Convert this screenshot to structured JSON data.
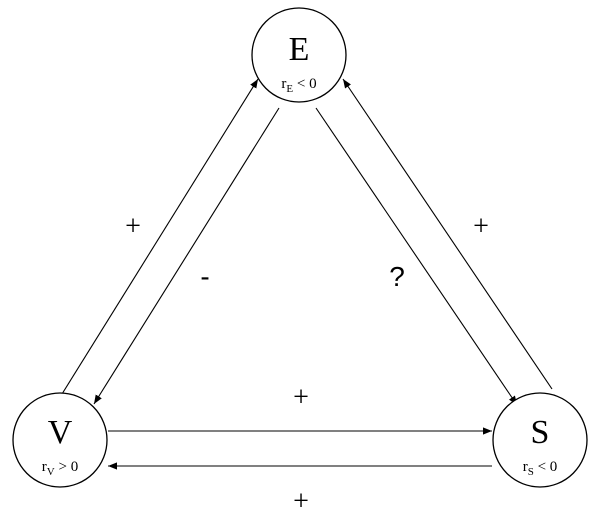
{
  "nodes": {
    "E": {
      "letter": "E",
      "rate_var": "r",
      "rate_sub": "E",
      "rate_cond": " < 0"
    },
    "V": {
      "letter": "V",
      "rate_var": "r",
      "rate_sub": "V",
      "rate_cond": " > 0"
    },
    "S": {
      "letter": "S",
      "rate_var": "r",
      "rate_sub": "S",
      "rate_cond": " < 0"
    }
  },
  "edges": [
    {
      "from": "V",
      "to": "E",
      "sign": "+"
    },
    {
      "from": "E",
      "to": "V",
      "sign": "-"
    },
    {
      "from": "E",
      "to": "S",
      "sign": "?"
    },
    {
      "from": "S",
      "to": "E",
      "sign": "+"
    },
    {
      "from": "V",
      "to": "S",
      "sign": "+"
    },
    {
      "from": "S",
      "to": "V",
      "sign": "+"
    }
  ]
}
